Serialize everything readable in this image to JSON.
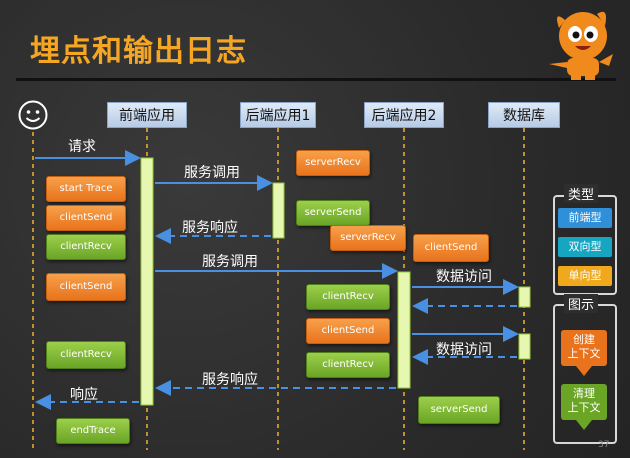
{
  "title": "埋点和输出日志",
  "lanes": [
    {
      "label": "前端应用"
    },
    {
      "label": "后端应用1"
    },
    {
      "label": "后端应用2"
    },
    {
      "label": "数据库"
    }
  ],
  "messages": {
    "request": "请求",
    "call1": "服务调用",
    "resp1": "服务响应",
    "call2": "服务调用",
    "db1": "数据访问",
    "db2": "数据访问",
    "resp2": "服务响应",
    "response": "响应"
  },
  "tags": {
    "start_trace": "start Trace",
    "client_send_1": "clientSend",
    "client_recv_1": "clientRecv",
    "client_send_2": "clientSend",
    "client_recv_2": "clientRecv",
    "end_trace": "endTrace",
    "server_recv_1": "serverRecv",
    "server_send_1": "serverSend",
    "server_recv_2": "serverRecv",
    "client_send_db1": "clientSend",
    "client_recv_db1": "clientRecv",
    "client_send_db2": "clientSend",
    "client_recv_db2": "clientRecv",
    "server_send_2": "serverSend"
  },
  "legend": {
    "types_title": "类型",
    "type_frontend": "前端型",
    "type_bidirectional": "双向型",
    "type_unidirectional": "单向型",
    "legend_title": "图示",
    "create_context": "创建\n上下文",
    "clear_context": "清理\n上下文"
  },
  "colors": {
    "title": "#f5a623",
    "frontend": "#2f8fd8",
    "bidirectional": "#17a6c2",
    "unidirectional": "#f0a81c",
    "create": "#e8731c",
    "clear": "#6aa526",
    "arrow": "#4a90e2"
  },
  "page_number": "37"
}
